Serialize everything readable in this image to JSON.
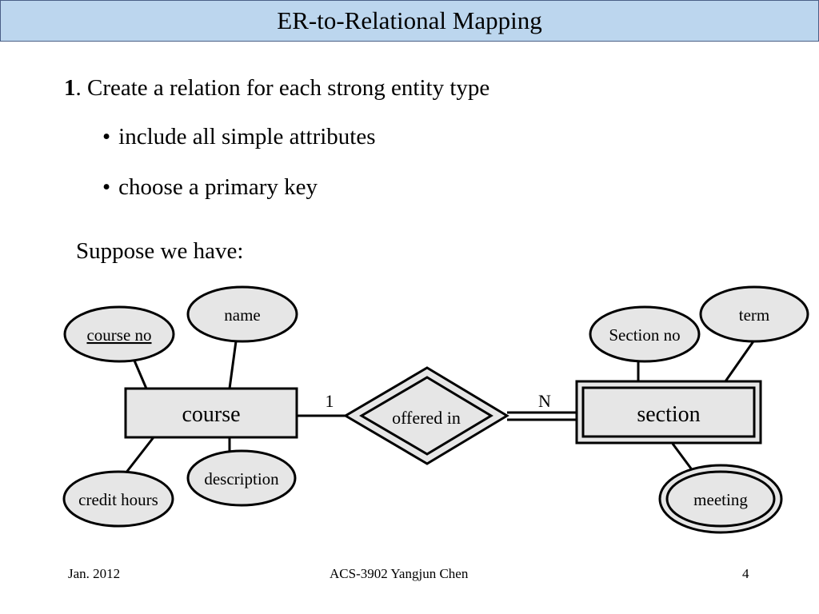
{
  "slide": {
    "title": "ER-to-Relational Mapping",
    "step_number": "1",
    "step_text": ". Create a relation for each strong entity type",
    "bullets": [
      "include all simple attributes",
      "choose a primary key"
    ],
    "suppose": "Suppose we have:"
  },
  "diagram": {
    "entities": {
      "course": "course",
      "section": "section"
    },
    "relationship": "offered in",
    "cardinality": {
      "left": "1",
      "right": "N"
    },
    "attributes": {
      "course_no": "course no",
      "name": "name",
      "credit_hours": "credit hours",
      "description": "description",
      "section_no": "Section no",
      "term": "term",
      "meeting": "meeting"
    },
    "colors": {
      "shape_fill": "#e6e6e6",
      "stroke": "#000000"
    }
  },
  "footer": {
    "date": "Jan. 2012",
    "course": "ACS-3902 Yangjun Chen",
    "page": "4"
  }
}
